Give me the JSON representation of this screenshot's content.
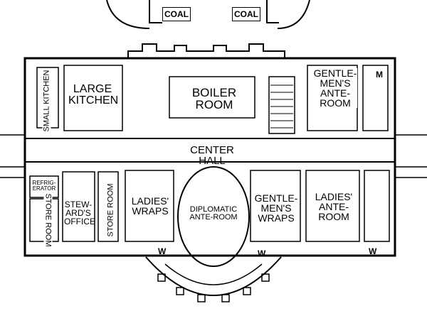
{
  "rooms": {
    "coal_left": "COAL",
    "coal_right": "COAL",
    "small_kitchen": "SMALL KITCHEN",
    "large_kitchen": "LARGE\nKITCHEN",
    "boiler_room": "BOILER\nROOM",
    "gentlemens_anteroom_top": "GENTLE-\nMEN'S\nANTE-\nROOM",
    "center_hall": "CENTER HALL",
    "refrigerator": "REFRIG-\nERATOR",
    "store_room_left": "STORE ROOM",
    "stewards_office": "STEW-\nARD'S\nOFFICE",
    "store_room_mid": "STORE ROOM",
    "ladies_wraps": "LADIES'\nWRAPS",
    "diplomatic_anteroom": "DIPLOMATIC\nANTE-ROOM",
    "gentlemens_wraps": "GENTLE-\nMEN'S\nWRAPS",
    "ladies_anteroom": "LADIES'\nANTE-\nROOM",
    "w_left": "W",
    "w_center": "W",
    "w_right": "W",
    "m_top": "M"
  }
}
